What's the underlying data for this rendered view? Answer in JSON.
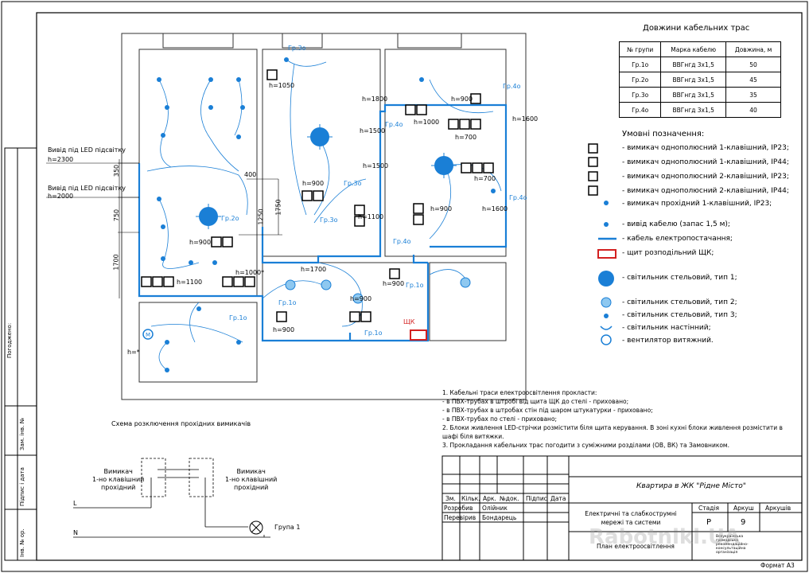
{
  "cable_table": {
    "title": "Довжини кабельних трас",
    "headers": [
      "№ групи",
      "Марка кабелю",
      "Довжина, м"
    ],
    "rows": [
      [
        "Гр.1о",
        "ВВГнгд 3х1,5",
        "50"
      ],
      [
        "Гр.2о",
        "ВВГнгд 3х1,5",
        "45"
      ],
      [
        "Гр.3о",
        "ВВГнгд 3х1,5",
        "35"
      ],
      [
        "Гр.4о",
        "ВВГнгд 3х1,5",
        "40"
      ]
    ]
  },
  "legend": {
    "title": "Умовні позначення:",
    "items": [
      "- вимикач однополюсний 1-клавішний, IP23;",
      "- вимикач однополюсний 1-клавішний, IP44;",
      "- вимикач однополюсний 2-клавішний, IP23;",
      "- вимикач однополюсний 2-клавішний, IP44;",
      "- вимикач прохідний 1-клавішний, IP23;",
      "- вивід кабелю (запас 1,5 м);",
      "- кабель електропостачання;",
      "- щит розподільний ЩК;",
      "- світильник стельовий, тип 1;",
      "- світильник стельовий, тип 2;",
      "- світильник стельовий, тип 3;",
      "- світильник настінний;",
      "- вентилятор витяжний."
    ]
  },
  "notes": [
    "1. Кабельні траси електроосвітлення прокласти:",
    "- в ПВХ-трубах в штробі від щита ЩК до стелі - приховано;",
    "- в ПВХ-трубах в штробах стін під шаром штукатурки - приховано;",
    "- в ПВХ-трубах по стелі - приховано;",
    "2. Блоки живлення LED-стрічки розмістити біля щита керування. В зоні кухні блоки живлення розмістити в",
    "шафі біля витяжки.",
    "3. Прокладання кабельних трас погодити з суміжними розділами (ОВ, ВК) та Замовником."
  ],
  "plan_labels": {
    "led_out_1": "Вивід під LED підсвітку",
    "led_h1": "h=2300",
    "led_out_2": "Вивід під LED підсвітку",
    "led_h2": "h=2000",
    "h1050": "h=1050",
    "h1800": "h=1800",
    "h1500a": "h=1500",
    "h1000a": "h=1000",
    "h900a": "h=900",
    "h1600a": "h=1600",
    "h700a": "h=700",
    "h700b": "h=700",
    "h1500b": "h=1500",
    "h900b": "h=900",
    "h1100a": "h=1100",
    "h900c": "h=900",
    "h1600b": "h=1600",
    "h900d": "h=900",
    "h1100b": "h=1100",
    "h1000b": "h=1000*",
    "h1700": "h=1700",
    "h900e": "h=900",
    "h900f": "h=900",
    "h900g": "h=900",
    "hstar": "h=*",
    "dim350": "350",
    "dim400": "400",
    "dim750": "750",
    "dim1250": "1250",
    "dim1750": "1750",
    "dim1700": "1700",
    "gr3o_a": "Гр.3о",
    "gr3o_b": "Гр.3о",
    "gr3o_c": "Гр.3о",
    "gr4o_a": "Гр.4о",
    "gr4o_b": "Гр.4о",
    "gr4o_c": "Гр.4о",
    "gr4o_d": "Гр.4о",
    "gr2o": "Гр.2о",
    "gr1o_a": "Гр.1о",
    "gr1o_b": "Гр.1о",
    "gr1o_c": "Гр.1о",
    "gr1o_d": "Гр.1о",
    "shk": "ЩК"
  },
  "schema": {
    "title": "Схема розключення прохідних вимикачів",
    "sw_left": [
      "Вимикач",
      "1-но клавішний",
      "прохідний"
    ],
    "sw_right": [
      "Вимикач",
      "1-но клавішний",
      "прохідний"
    ],
    "L": "L",
    "N": "N",
    "group": "Група 1"
  },
  "title_block": {
    "project": "Квартира в ЖК \"Рідне Місто\"",
    "section": "Електричні та слабкострумні мережі та системи",
    "sheet_name": "План електроосвітлення",
    "col_headers": [
      "Зм.",
      "Кільк.",
      "Арк.",
      "№док.",
      "Підпис",
      "Дата"
    ],
    "dev_label": "Розробив",
    "dev_name": "Олійник",
    "check_label": "Перевірив",
    "check_name": "Бондарець",
    "stage_h": "Стадія",
    "sheet_h": "Аркуш",
    "sheets_h": "Аркушів",
    "stage": "Р",
    "sheet": "9",
    "format": "Формат А3",
    "company": "Всеукраїнська  громадська рекомендаційно-консультаційна організація"
  },
  "side_stamp": {
    "agreed": "Погоджено:",
    "inv": "Зам. інв. №",
    "sign_date": "Підпис і дата",
    "inv_orig": "Інв. № ор."
  },
  "watermark": "Rabotniki.UA",
  "colors": {
    "accent": "#1a7fd6",
    "shield": "#d32020"
  }
}
